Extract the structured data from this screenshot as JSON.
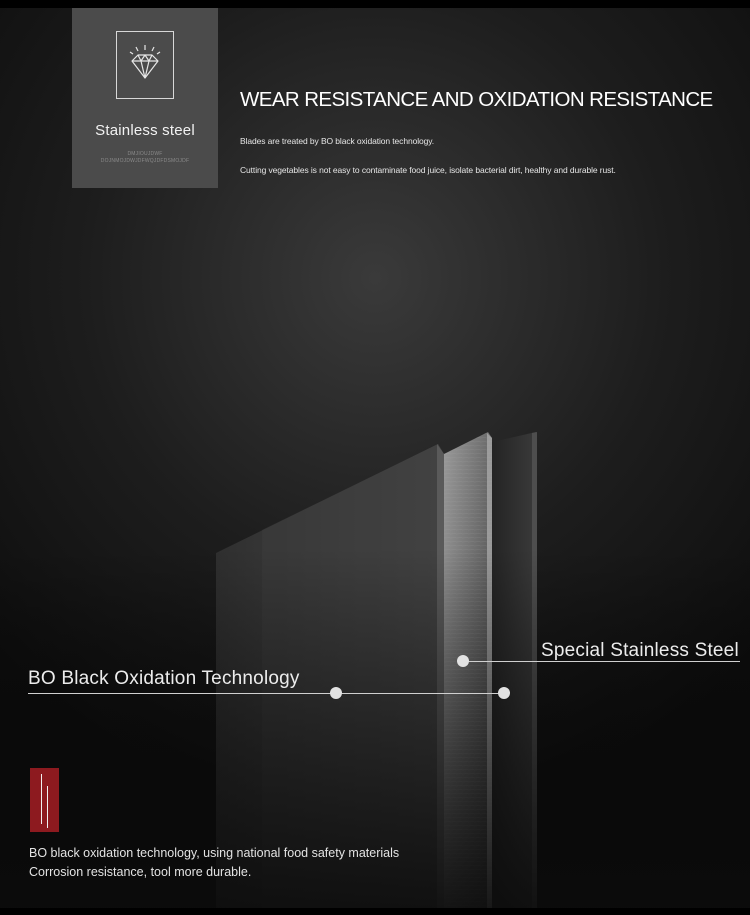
{
  "badge": {
    "icon": "diamond-icon",
    "title": "Stainless steel",
    "small_line_1": "DMJIOUJDWF",
    "small_line_2": "DOJNMOJDWJDFWQJDFDSMOJDF"
  },
  "header": {
    "title": "WEAR RESISTANCE AND OXIDATION RESISTANCE",
    "line_1": "Blades are treated by BO black oxidation technology.",
    "line_2": "Cutting vegetables is not easy to contaminate food juice, isolate bacterial dirt, healthy and durable rust."
  },
  "callouts": {
    "bo_label": "BO Black Oxidation Technology",
    "steel_label": "Special Stainless Steel"
  },
  "footer": {
    "line_1": "BO black oxidation technology, using national food safety materials",
    "line_2": "Corrosion resistance, tool more durable."
  },
  "colors": {
    "badge_bg": "#4b4b4b",
    "accent_red": "#8d1a1f",
    "background": "#1d1d1d"
  }
}
